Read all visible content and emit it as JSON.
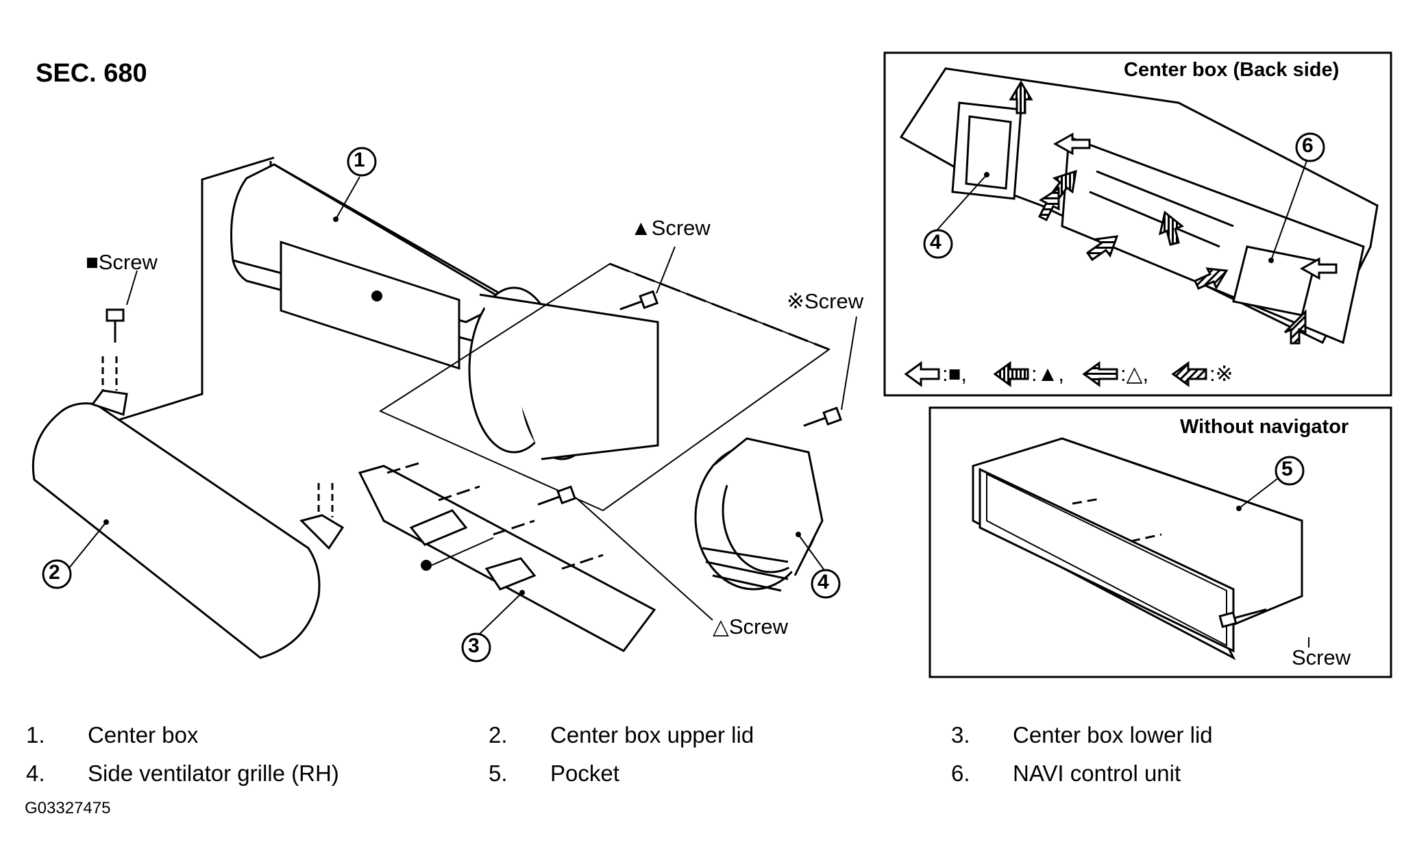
{
  "section_title": "SEC. 680",
  "figure_code": "G03327475",
  "screw_labels": {
    "square": "■Screw",
    "filled_triangle": "▲Screw",
    "reference_mark": "※Screw",
    "open_triangle": "△Screw",
    "plain": "Screw"
  },
  "callouts": [
    "1",
    "2",
    "3",
    "4",
    "4",
    "5",
    "6"
  ],
  "panels": {
    "back_side_title": "Center box (Back side)",
    "without_navigator_title": "Without navigator"
  },
  "arrow_key": [
    {
      "arrow": "white-arrow",
      "symbol": "■"
    },
    {
      "arrow": "dense-hatched-arrow",
      "symbol": "▲"
    },
    {
      "arrow": "medium-hatched-arrow",
      "symbol": "△"
    },
    {
      "arrow": "diagonal-hatched-arrow",
      "symbol": "※"
    }
  ],
  "legend": [
    {
      "num": "1.",
      "text": "Center box"
    },
    {
      "num": "2.",
      "text": "Center box upper lid"
    },
    {
      "num": "3.",
      "text": "Center box lower lid"
    },
    {
      "num": "4.",
      "text": "Side ventilator grille (RH)"
    },
    {
      "num": "5.",
      "text": "Pocket"
    },
    {
      "num": "6.",
      "text": "NAVI control unit"
    }
  ]
}
